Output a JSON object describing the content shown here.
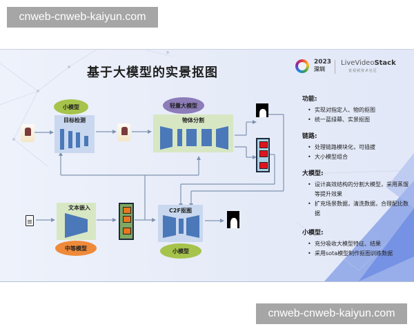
{
  "watermarks": {
    "top": "cnweb-cnweb-kaiyun.com",
    "bottom": "cnweb-cnweb-kaiyun.com"
  },
  "slide": {
    "title": "基于大模型的实景抠图",
    "logo": {
      "year": "2023",
      "city": "深圳",
      "brand_pre": "Live",
      "brand_mid": "Video",
      "brand_post": "Stack",
      "brand_sub": "音视频技术社区"
    },
    "colors": {
      "arrow": "#7f93b0",
      "bar_blue": "#4a78b8",
      "red_cell": "#e0141e",
      "orange_cell": "#e8771e",
      "small_model_green": "#a6c34b",
      "large_model_purple": "#8c7cb8",
      "medium_model_orange": "#ef8a3a",
      "green_box": "#d7e7c4",
      "blue_box": "#c9d8ef"
    }
  },
  "diagram": {
    "detection": {
      "label": "目标检测",
      "tag": "小模型"
    },
    "segmentation": {
      "label": "物体分割",
      "tag": "轻量大模型"
    },
    "text_embed": {
      "label": "文本嵌入",
      "tag": "中等模型"
    },
    "c2f": {
      "label": "C2F抠图",
      "tag": "小模型"
    }
  },
  "notes": {
    "sections": [
      {
        "heading": "功能:",
        "items": [
          "实现对指定人、物的抠图",
          "统一蓝绿幕、实景抠图"
        ]
      },
      {
        "heading": "链路:",
        "items": [
          "处理链路模块化，可插拔",
          "大小模型组合"
        ]
      },
      {
        "heading": "大模型:",
        "items": [
          "设计高效结构的分割大模型，采用蒸馏等提升效果",
          "扩充场景数据，清洗数据，合理配比数据"
        ]
      },
      {
        "heading": "小模型:",
        "items": [
          "充分吸收大模型特征、结果",
          "采用sota模型制作抠图训练数据"
        ]
      }
    ]
  }
}
